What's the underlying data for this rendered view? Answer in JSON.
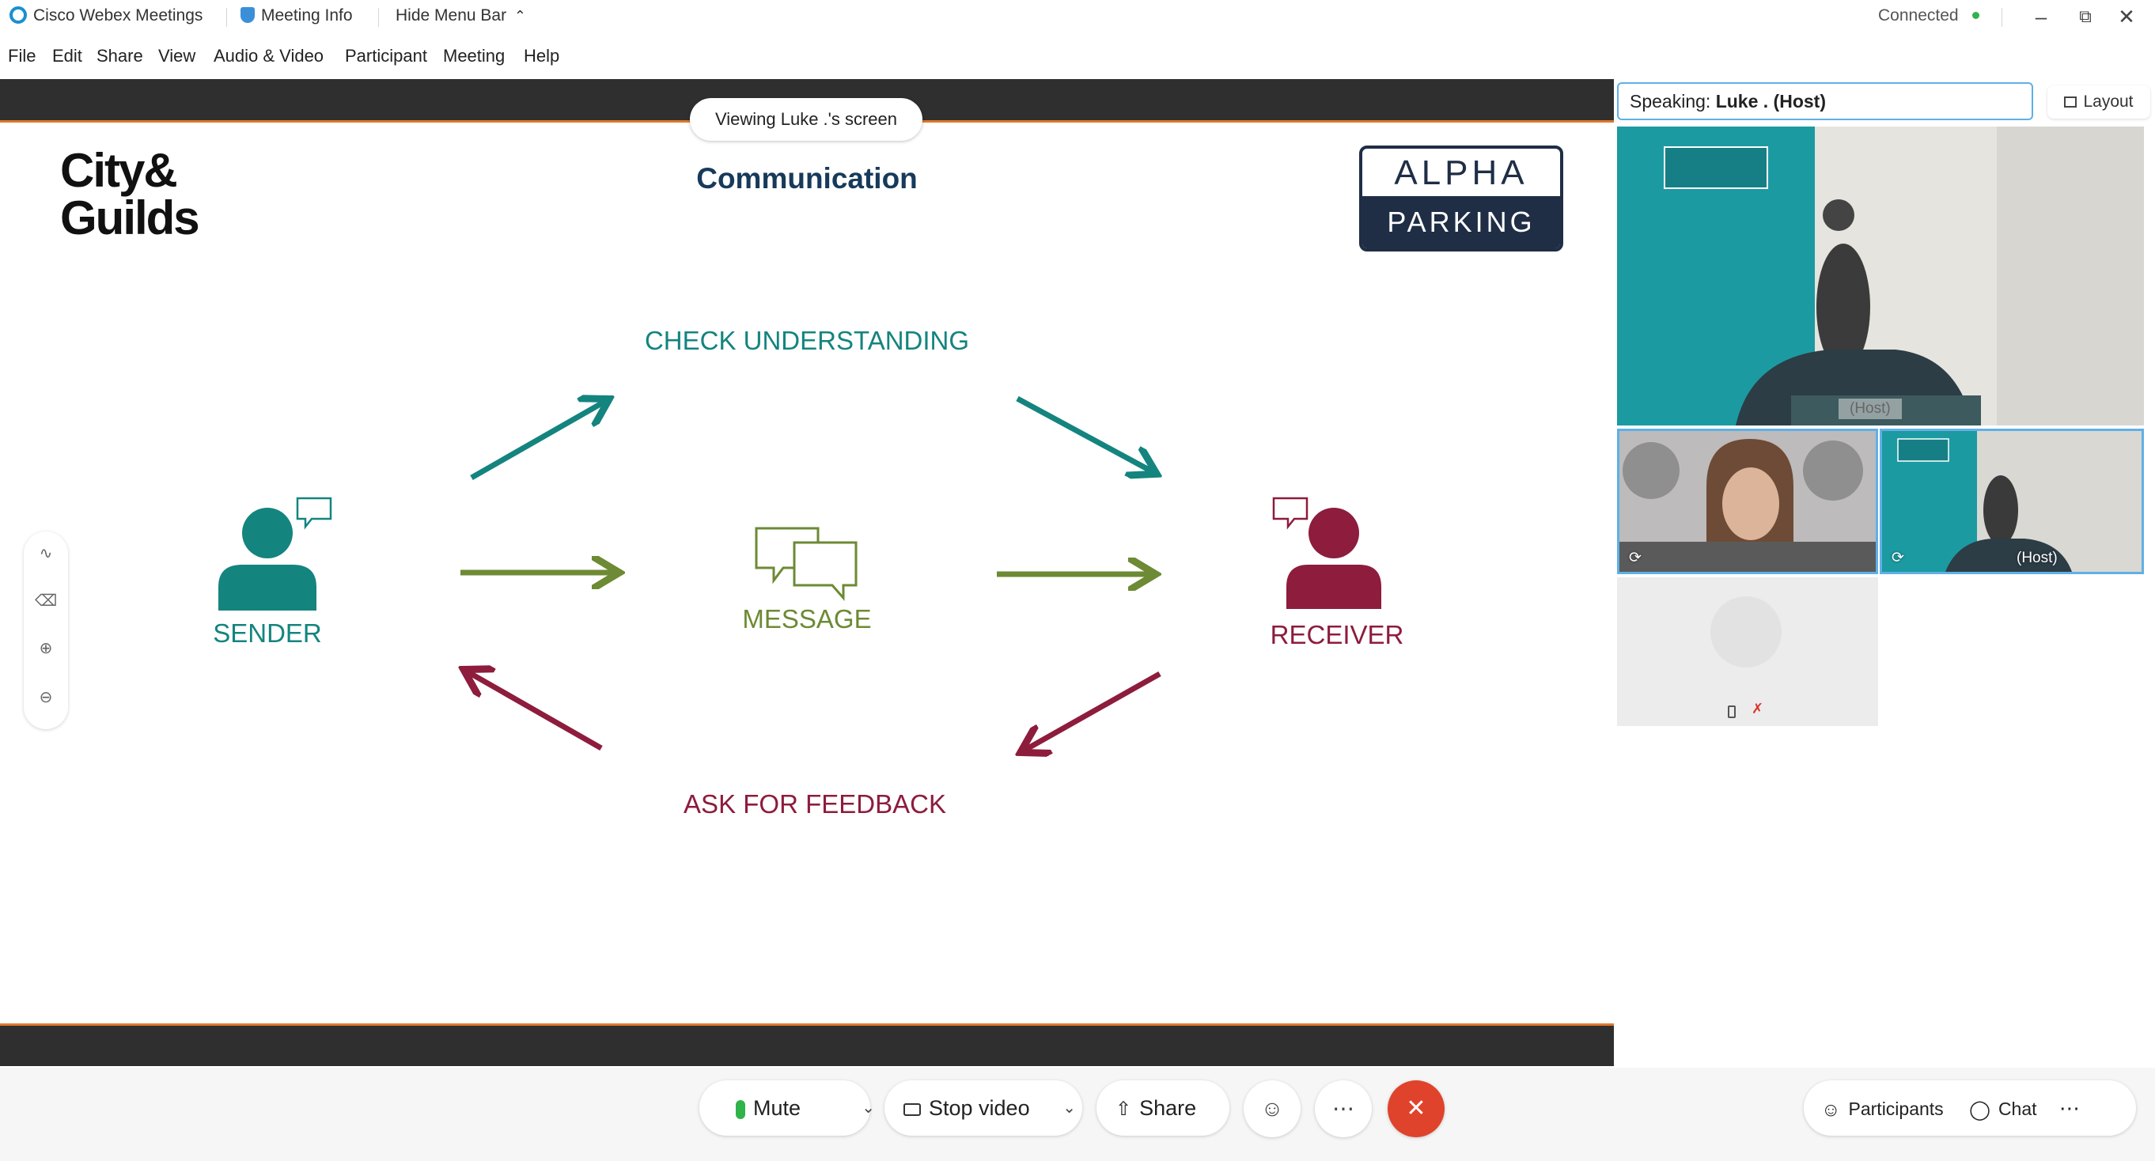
{
  "titlebar": {
    "app_name": "Cisco Webex Meetings",
    "meeting_info": "Meeting Info",
    "hide_menu": "Hide Menu Bar",
    "status": "Connected"
  },
  "menu": [
    "File",
    "Edit",
    "Share",
    "View",
    "Audio & Video",
    "Participant",
    "Meeting",
    "Help"
  ],
  "share": {
    "viewing_label": "Viewing Luke .'s screen"
  },
  "slide": {
    "logo_left_line1": "City&",
    "logo_left_line2": "Guilds",
    "title": "Communication",
    "logo_right_top": "ALPHA",
    "logo_right_bottom": "PARKING",
    "check_understanding": "CHECK UNDERSTANDING",
    "sender": "SENDER",
    "message": "MESSAGE",
    "receiver": "RECEIVER",
    "ask_feedback": "ASK FOR FEEDBACK",
    "colors": {
      "teal": "#14847f",
      "green": "#6d8a34",
      "maroon": "#8d1c3d",
      "navy": "#173a5a"
    }
  },
  "panel": {
    "speaking_prefix": "Speaking:",
    "speaking_name": "Luke . (Host)",
    "layout_label": "Layout",
    "video_main_label": "(Host)",
    "video_b_label": "(Host)"
  },
  "toolbar": {
    "mute": "Mute",
    "stop_video": "Stop video",
    "share": "Share",
    "participants": "Participants",
    "chat": "Chat",
    "end_color": "#e0432b"
  }
}
